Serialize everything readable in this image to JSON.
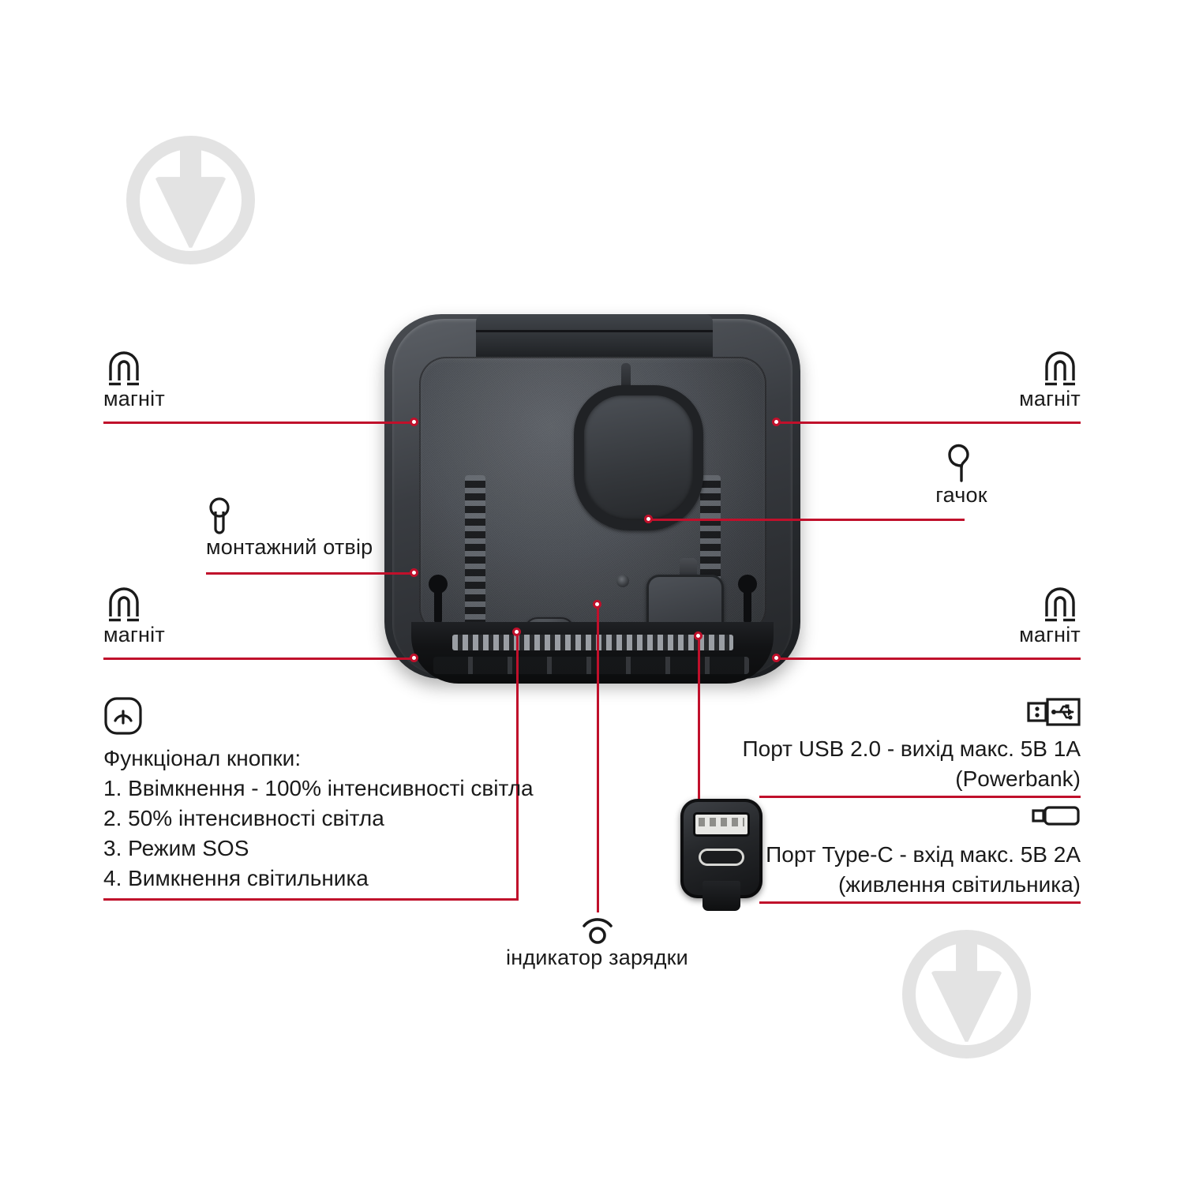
{
  "diagram": {
    "language": "uk",
    "accent_color": "#c0102b",
    "text_color": "#1a1a1a",
    "watermark_color": "#e3e3e3"
  },
  "callouts": {
    "magnet_top_left": {
      "label": "магніт",
      "icon": "magnet-icon"
    },
    "magnet_top_right": {
      "label": "магніт",
      "icon": "magnet-icon"
    },
    "magnet_bottom_left": {
      "label": "магніт",
      "icon": "magnet-icon"
    },
    "magnet_bottom_right": {
      "label": "магніт",
      "icon": "magnet-icon"
    },
    "hook": {
      "label": "гачок",
      "icon": "hook-icon"
    },
    "mounting_hole": {
      "label": "монтажний отвір",
      "icon": "keyhole-icon"
    },
    "charge_indicator": {
      "label": "індикатор зарядки",
      "icon": "signal-indicator-icon"
    }
  },
  "button_block": {
    "icon": "power-button-icon",
    "title": "Функціонал кнопки:",
    "steps": [
      "1. Ввімкнення - 100% інтенсивності світла",
      "2. 50% інтенсивності світла",
      "3. Режим SOS",
      "4. Вимкнення світильника"
    ]
  },
  "ports": {
    "usb": {
      "icon": "usb-port-icon",
      "line1": "Порт USB 2.0 - вихід макс. 5В 1А",
      "line2": "(Powerbank)"
    },
    "type_c": {
      "icon": "type-c-port-icon",
      "line1": "Порт Type-C - вхід макс. 5В 2А",
      "line2": "(живлення світильника)"
    }
  },
  "product": {
    "name": "rechargeable-work-light-rear-view",
    "inset_name": "port-detail-inset"
  }
}
